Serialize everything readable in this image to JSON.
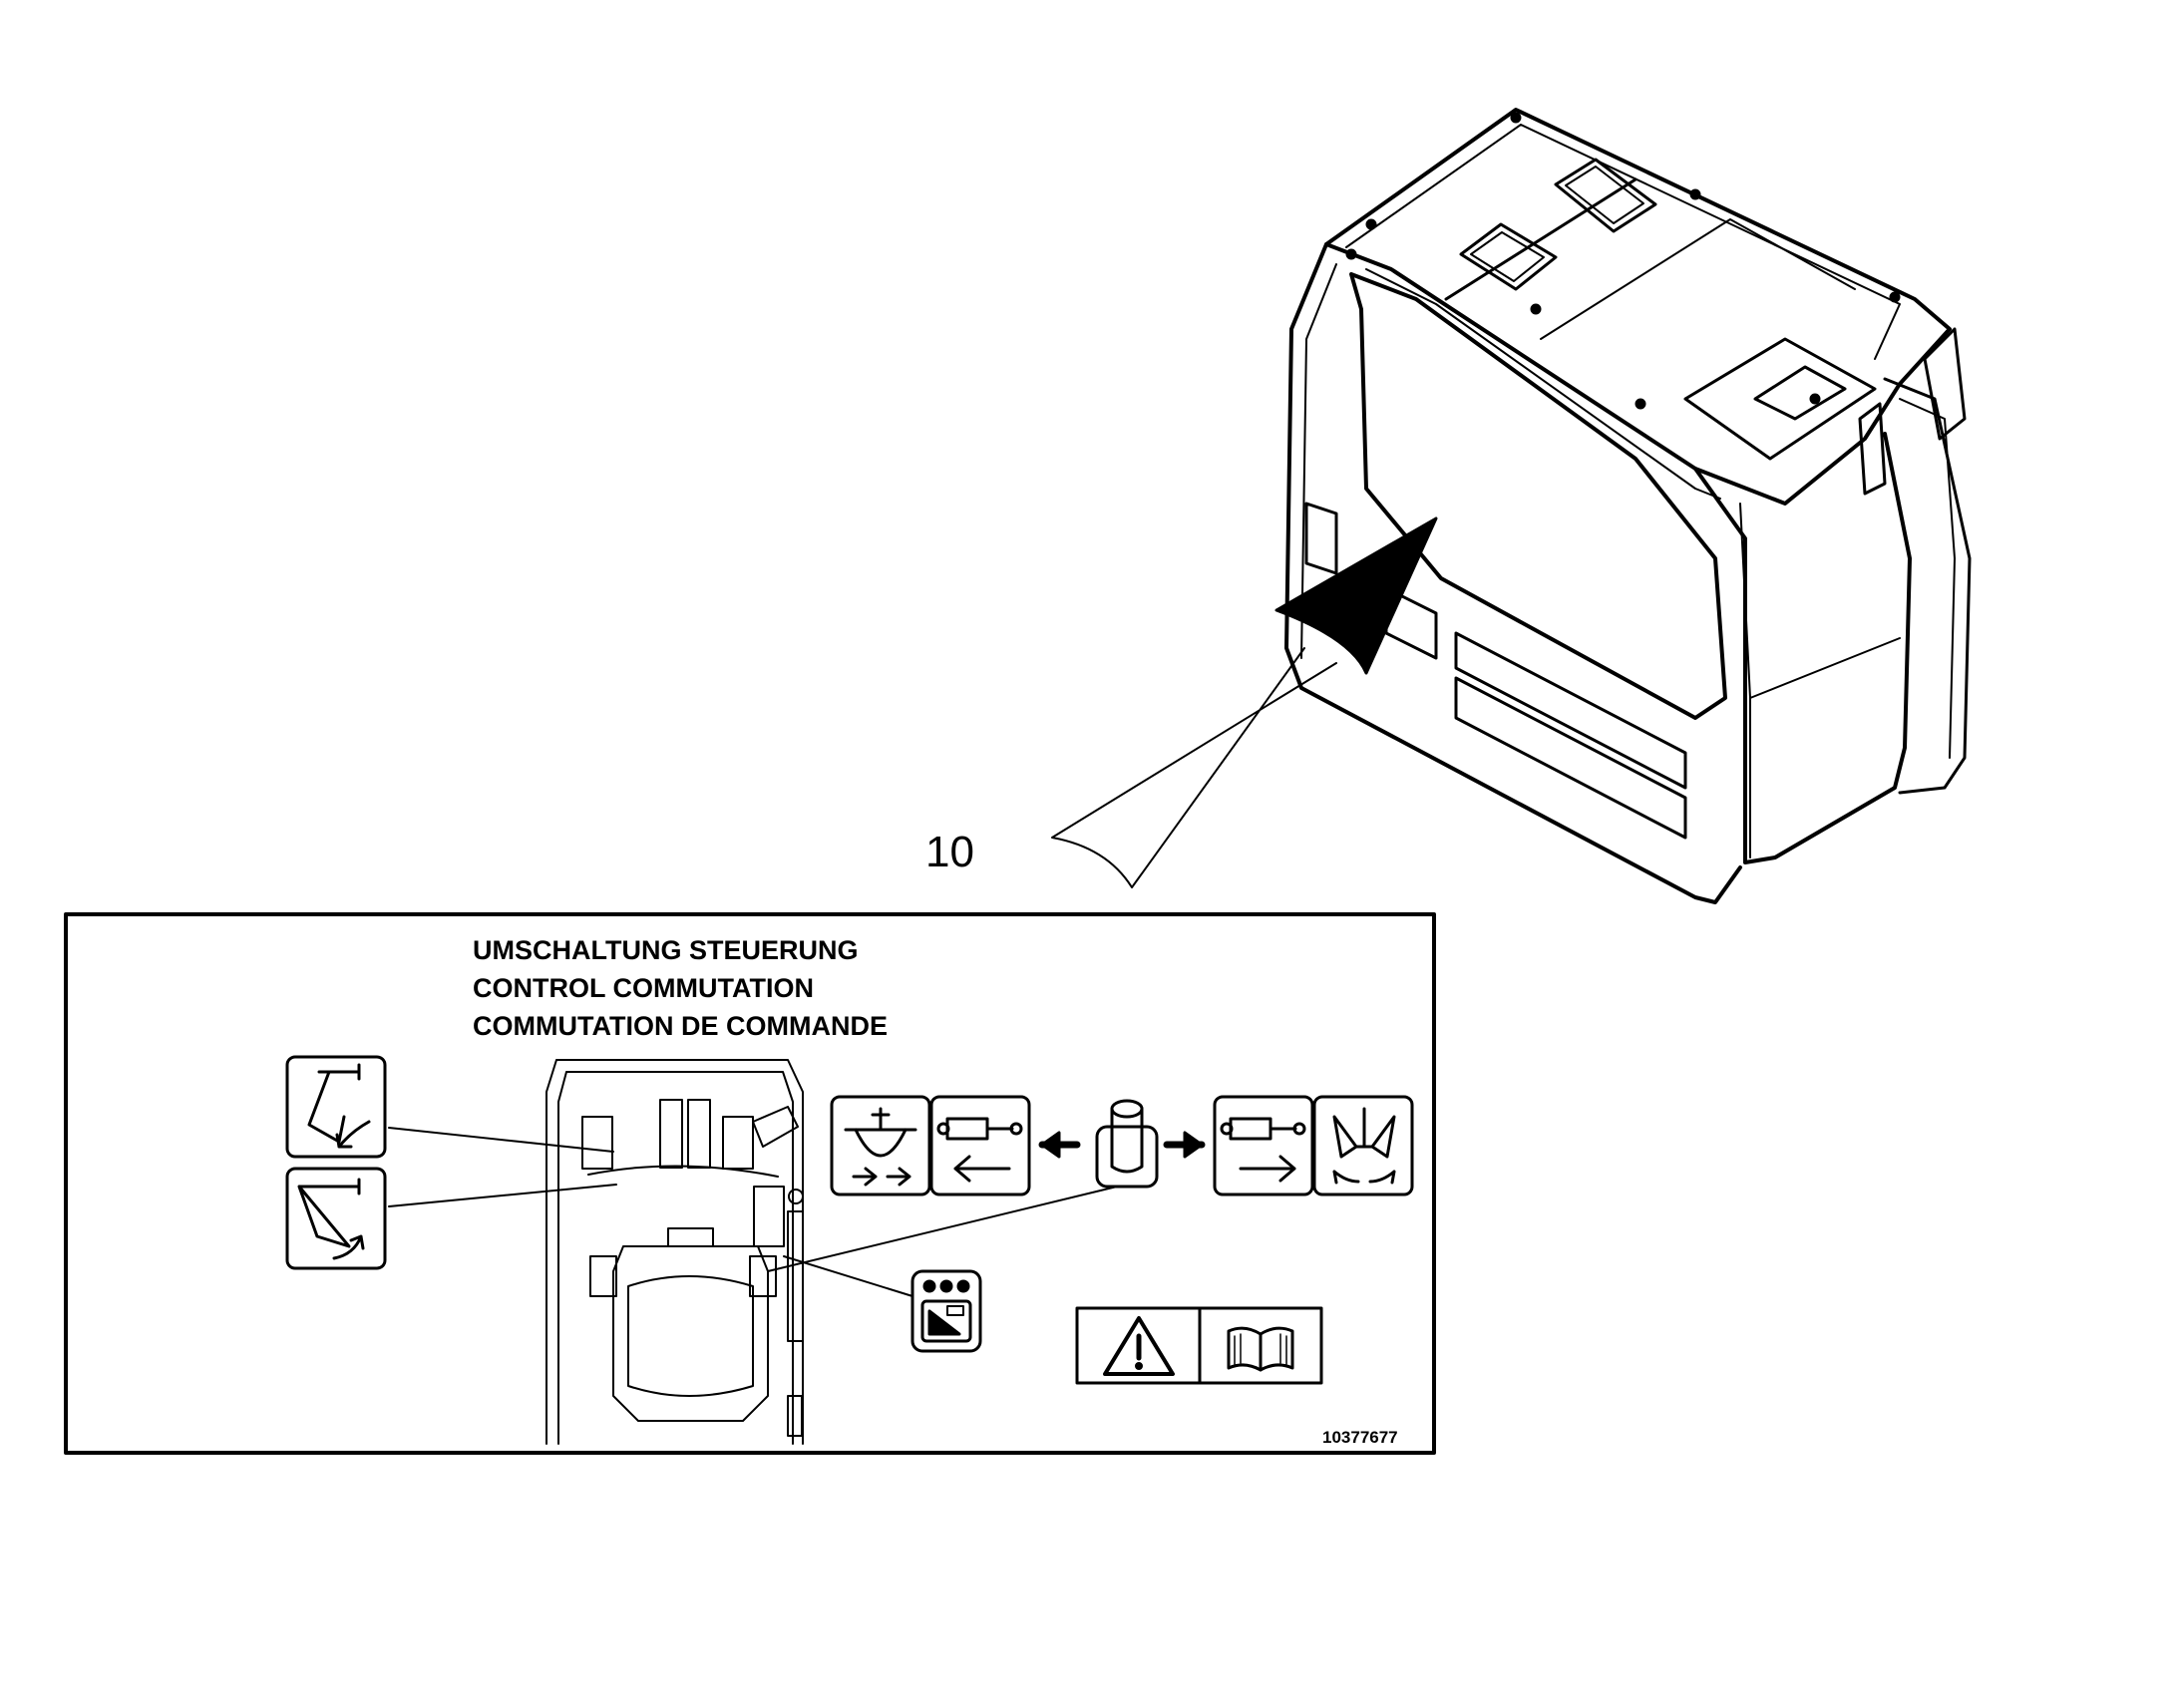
{
  "callout": {
    "number": "10"
  },
  "label": {
    "titles": [
      "UMSCHALTUNG STEUERUNG",
      "CONTROL COMMUTATION",
      "COMMUTATION DE COMMANDE"
    ],
    "part_number": "10377677"
  },
  "icons": {
    "boom_lower": "boom-lower-icon",
    "bucket_curl": "bucket-curl-icon",
    "grab_rotate_left": "grab-rotate-left-icon",
    "cylinder_retract": "cylinder-retract-icon",
    "joystick": "joystick-icon",
    "cylinder_extend": "cylinder-extend-icon",
    "grab_open": "grab-open-icon",
    "switch_panel": "switch-panel-icon",
    "warning": "warning-triangle-icon",
    "manual": "operator-manual-icon"
  },
  "colors": {
    "ink": "#000000",
    "paper": "#ffffff"
  }
}
